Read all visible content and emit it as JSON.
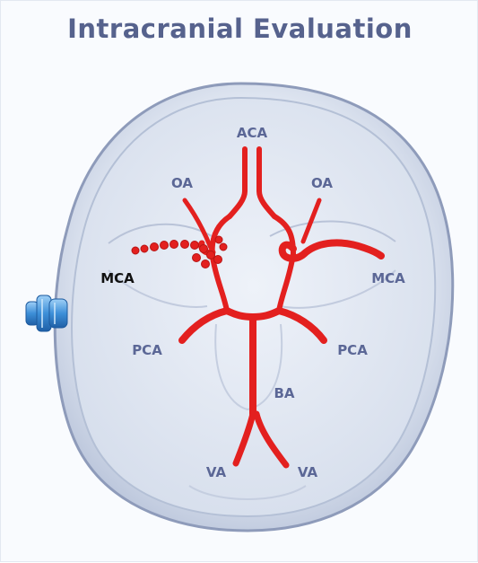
{
  "title": "Intracranial Evaluation",
  "labels": {
    "aca": "ACA",
    "oa_left": "OA",
    "oa_right": "OA",
    "mca_left": "MCA",
    "mca_right": "MCA",
    "pca_left": "PCA",
    "pca_right": "PCA",
    "ba": "BA",
    "va_left": "VA",
    "va_right": "VA"
  },
  "highlighted_vessel": "MCA",
  "colors": {
    "artery": "#e3201f",
    "highlight_label": "#111111",
    "label": "#5b6796",
    "title": "#56628d",
    "probe": "#3d8fd8"
  },
  "icons": {
    "probe": "ultrasound-probe-icon"
  }
}
